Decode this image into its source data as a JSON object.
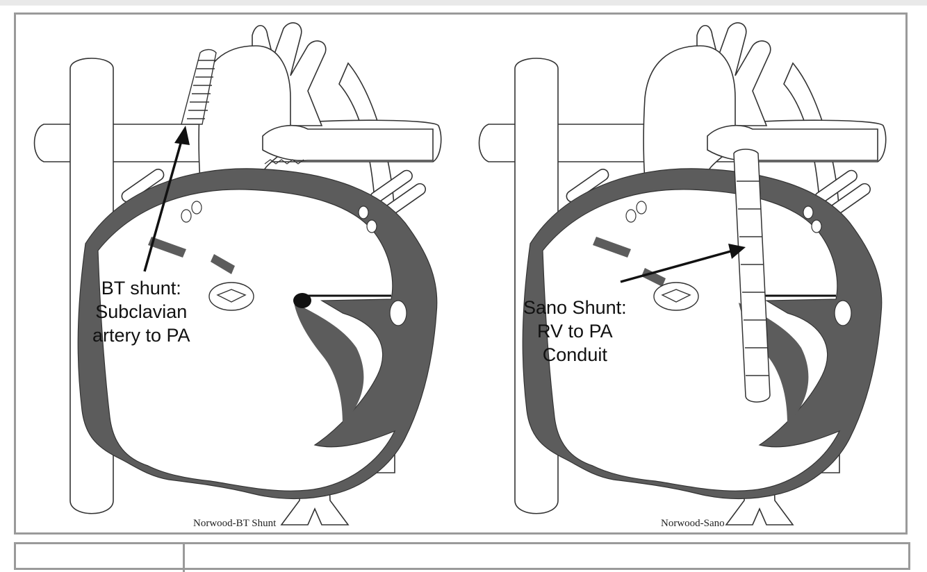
{
  "panels": [
    {
      "caption": "Norwood-BT Shunt",
      "callout_lines": [
        "BT shunt:",
        "Subclavian",
        "artery to PA"
      ]
    },
    {
      "caption": "Norwood-Sano",
      "callout_lines": [
        "Sano Shunt:",
        "RV to PA",
        "Conduit"
      ]
    }
  ],
  "colors": {
    "myocardium": "#5c5c5c",
    "outline": "#333333",
    "frame": "#9a9a9a"
  }
}
